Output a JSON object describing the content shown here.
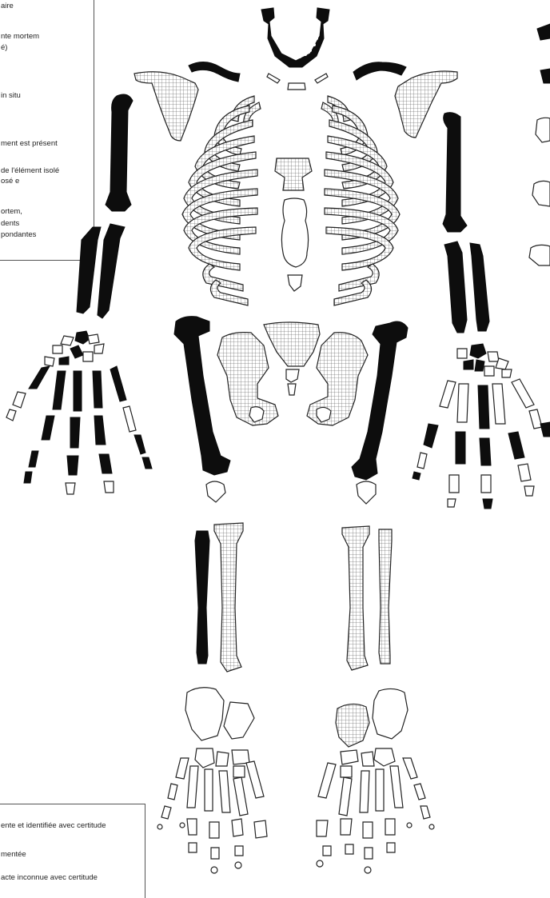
{
  "legend_top": {
    "lines": [
      "aire",
      "nte mortem",
      "é)",
      "in situ",
      "ment est  présent",
      "de l'élément isolé",
      "osé e",
      "ortem,",
      " dents",
      "pondantes"
    ]
  },
  "legend_bottom": {
    "lines": [
      "ente et identifiée avec certitude",
      "mentée",
      "acte inconnue avec certitude"
    ]
  },
  "colors": {
    "present_bone": "#0d0d0d",
    "hatched_bone_grid": "#444444",
    "outline": "#222222",
    "background": "#ffffff"
  }
}
